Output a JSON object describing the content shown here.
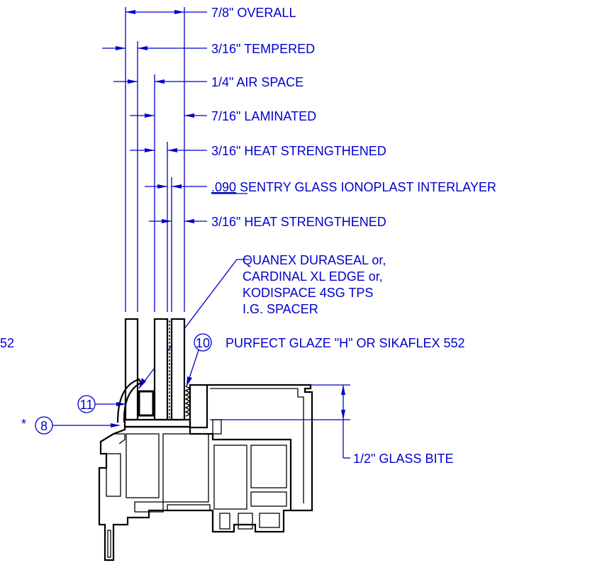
{
  "colors": {
    "dimension": "#0000cc",
    "profile": "#000000",
    "background": "#ffffff"
  },
  "labels": {
    "overall": "7/8\"  OVERALL",
    "tempered": "3/16\"  TEMPERED",
    "air_space": "1/4\"  AIR SPACE",
    "laminated": "7/16\"  LAMINATED",
    "heat_strengthened_1": "3/16\"  HEAT STRENGTHENED",
    "interlayer_thickness": ".090",
    "interlayer_text": " SENTRY GLASS IONOPLAST INTERLAYER",
    "heat_strengthened_2": "3/16\"  HEAT STRENGTHENED",
    "spacer_line_1": "QUANEX DURASEAL or,",
    "spacer_line_2": "CARDINAL XL EDGE or,",
    "spacer_line_3": "KODISPACE 4SG TPS",
    "spacer_line_4": "I.G. SPACER",
    "sealant": "PURFECT GLAZE \"H\" OR SIKAFLEX 552",
    "cropped_sealant": "52",
    "glass_bite": "1/2\"  GLASS BITE",
    "asterisk": "*"
  },
  "callouts": [
    {
      "id": "10"
    },
    {
      "id": "11"
    },
    {
      "id": "8"
    }
  ]
}
